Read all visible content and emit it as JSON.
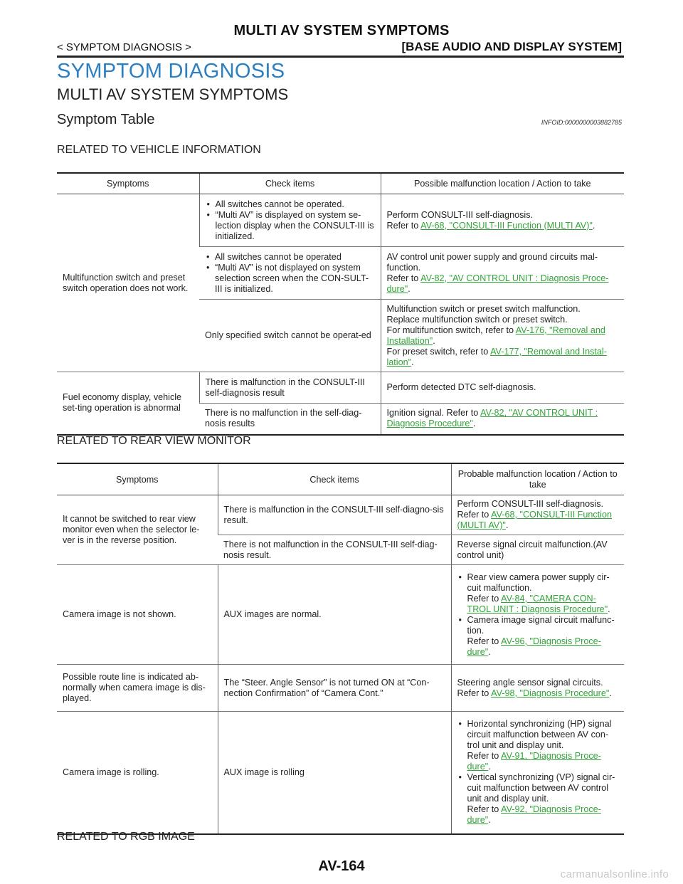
{
  "header": {
    "title": "MULTI AV SYSTEM SYMPTOMS",
    "left": "< SYMPTOM DIAGNOSIS >",
    "right": "[BASE AUDIO AND DISPLAY SYSTEM]"
  },
  "section_title": "SYMPTOM DIAGNOSIS",
  "sub_title": "MULTI AV SYSTEM SYMPTOMS",
  "topic": {
    "title": "Symptom Table",
    "infoid": "INFOID:0000000003882785"
  },
  "vehicle_info": {
    "heading": "RELATED TO VEHICLE INFORMATION",
    "columns": [
      "Symptoms",
      "Check items",
      "Possible malfunction location / Action to take"
    ],
    "symptom_1": "Multifunction switch and preset switch operation does not work.",
    "r1_check": [
      "All switches cannot be operated.",
      "“Multi AV” is displayed on system se-lection display when the CONSULT-III is initialized."
    ],
    "r1_action_1": "Perform CONSULT-III self-diagnosis.",
    "r1_action_2": "Refer to ",
    "r1_link": "AV-68, \"CONSULT-III Function (MULTI AV)\"",
    "r2_check": [
      "All switches cannot be operated",
      "“Multi AV” is not displayed on system selection screen when the CON-SULT-III is initialized."
    ],
    "r2_action_1": "AV control unit power supply and ground circuits mal-function.",
    "r2_action_2": "Refer to ",
    "r2_link": "AV-82, \"AV CONTROL UNIT : Diagnosis Proce-dure\"",
    "r3_check": "Only specified switch cannot be operat-ed",
    "r3_action_1": "Multifunction switch or preset switch malfunction.",
    "r3_action_2": "Replace multifunction switch or preset switch.",
    "r3_action_3": "For multifunction switch, refer to ",
    "r3_link_a": "AV-176, \"Removal and Installation\"",
    "r3_action_4": "For preset switch, refer to ",
    "r3_link_b": "AV-177, \"Removal and Instal-lation\"",
    "symptom_2": "Fuel economy display, vehicle set-ting operation is abnormal",
    "r4_check": "There is malfunction in the CONSULT-III self-diagnosis result",
    "r4_action": "Perform detected DTC self-diagnosis.",
    "r5_check": "There is no malfunction in the self-diag-nosis results",
    "r5_action": "Ignition signal. Refer to ",
    "r5_link": "AV-82, \"AV CONTROL UNIT : Diagnosis Procedure\""
  },
  "rear_view": {
    "heading": "RELATED TO REAR VIEW MONITOR",
    "columns": [
      "Symptoms",
      "Check items",
      "Probable malfunction location / Action to take"
    ],
    "s1": "It cannot be switched to rear view monitor even when the selector le-ver is in the reverse position.",
    "s1_check_a": "There is malfunction in the CONSULT-III self-diagno-sis result.",
    "s1_action_a1": "Perform CONSULT-III self-diagnosis.",
    "s1_action_a2": "Refer to ",
    "s1_link_a": "AV-68, \"CONSULT-III Function (MULTI AV)\"",
    "s1_check_b": "There is not malfunction in the CONSULT-III self-diag-nosis result.",
    "s1_action_b": "Reverse signal circuit malfunction.(AV control unit)",
    "s2": "Camera image is not shown.",
    "s2_check": "AUX images are normal.",
    "s2_b1": "Rear view camera power supply cir-cuit malfunction.",
    "s2_b1_ref": "Refer to ",
    "s2_b1_link": "AV-84, \"CAMERA CON-TROL UNIT : Diagnosis Procedure\"",
    "s2_b2": "Camera image signal circuit malfunc-tion.",
    "s2_b2_ref": "Refer to ",
    "s2_b2_link": "AV-96, \"Diagnosis Proce-dure\"",
    "s3": "Possible route line is indicated ab-normally when camera image is dis-played.",
    "s3_check": "The “Steer. Angle Sensor” is not turned ON at “Con-nection Confirmation” of “Camera Cont.”",
    "s3_action_1": "Steering angle sensor signal circuits.",
    "s3_action_2": "Refer to ",
    "s3_link": "AV-98, \"Diagnosis Procedure\"",
    "s4": "Camera image is rolling.",
    "s4_check": "AUX image is rolling",
    "s4_b1": "Horizontal synchronizing (HP) signal circuit malfunction between AV con-trol unit and display unit.",
    "s4_b1_ref": "Refer to ",
    "s4_b1_link": "AV-91, \"Diagnosis Proce-dure\"",
    "s4_b2": "Vertical synchronizing (VP) signal cir-cuit malfunction between AV control unit and display unit.",
    "s4_b2_ref": "Refer to ",
    "s4_b2_link": "AV-92, \"Diagnosis Proce-dure\""
  },
  "rgb_heading": "RELATED TO RGB IMAGE",
  "page_number": "AV-164",
  "watermark": "carmanualsonline.info",
  "period": ".",
  "colors": {
    "section": "#2c7fc0",
    "link": "#33a33a"
  }
}
